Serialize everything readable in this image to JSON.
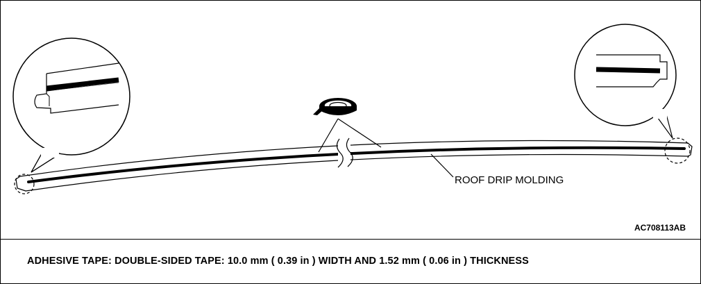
{
  "diagram": {
    "callout_label": "ROOF DRIP MOLDING",
    "figure_code": "AC708113AB"
  },
  "caption": {
    "text": "ADHESIVE TAPE: DOUBLE-SIDED TAPE: 10.0 mm ( 0.39 in ) WIDTH AND 1.52 mm ( 0.06 in ) THICKNESS"
  }
}
